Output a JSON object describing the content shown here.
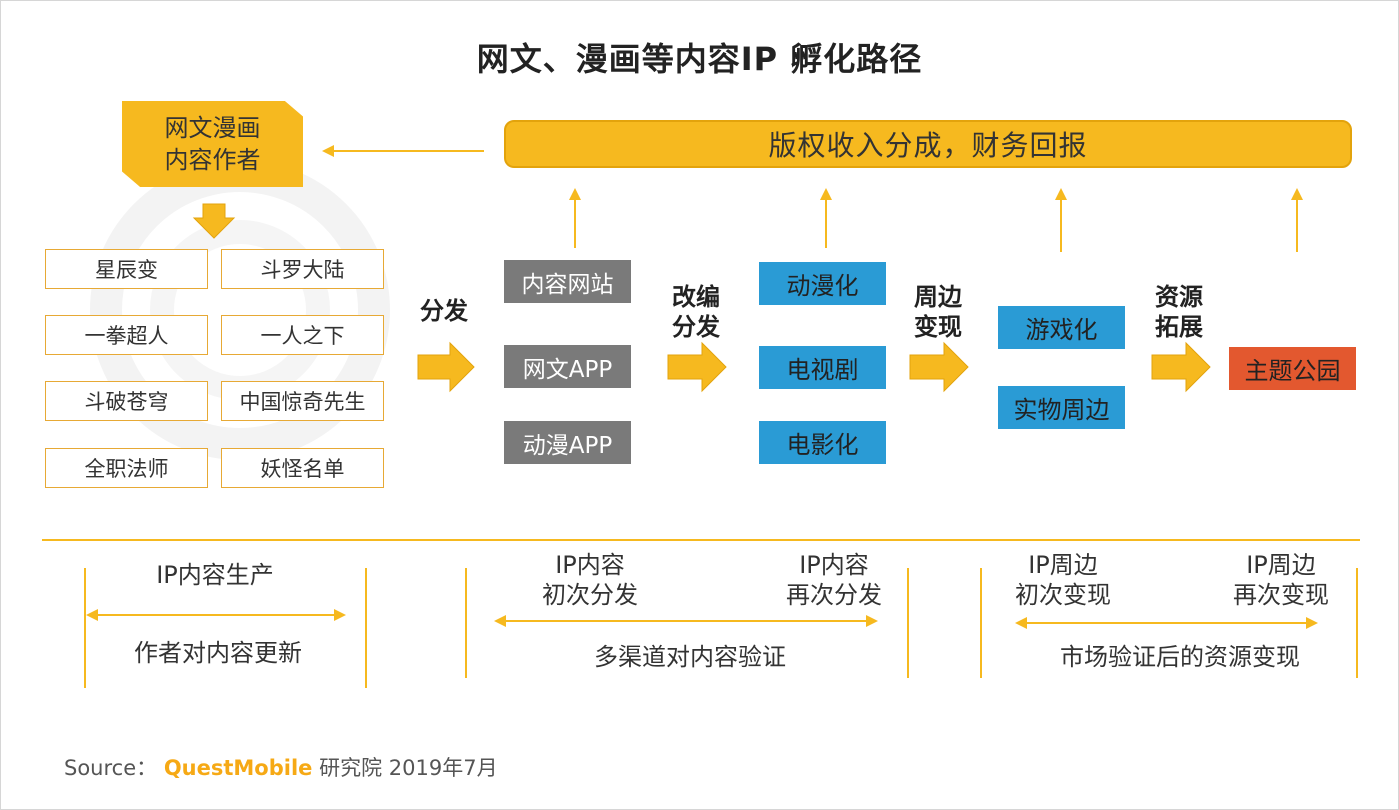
{
  "title": "网文、漫画等内容IP 孵化路径",
  "author_box": {
    "line1": "网文漫画",
    "line2": "内容作者"
  },
  "revenue_bar": "版权收入分成，财务回报",
  "works": [
    "星辰变",
    "斗罗大陆",
    "一拳超人",
    "一人之下",
    "斗破苍穹",
    "中国惊奇先生",
    "全职法师",
    "妖怪名单"
  ],
  "steps": {
    "distribute": "分发",
    "adapt": {
      "line1": "改编",
      "line2": "分发"
    },
    "merch": {
      "line1": "周边",
      "line2": "变现"
    },
    "expand": {
      "line1": "资源",
      "line2": "拓展"
    }
  },
  "channels": [
    "内容网站",
    "网文APP",
    "动漫APP"
  ],
  "adaptations": [
    "动漫化",
    "电视剧",
    "电影化"
  ],
  "merchandise": [
    "游戏化",
    "实物周边"
  ],
  "theme_park": "主题公园",
  "stages": {
    "s1": {
      "top": "IP内容生产",
      "bottom": "作者对内容更新"
    },
    "s2": {
      "left_l1": "IP内容",
      "left_l2": "初次分发",
      "right_l1": "IP内容",
      "right_l2": "再次分发",
      "bottom": "多渠道对内容验证"
    },
    "s3": {
      "left_l1": "IP周边",
      "left_l2": "初次变现",
      "right_l1": "IP周边",
      "right_l2": "再次变现",
      "bottom": "市场验证后的资源变现"
    }
  },
  "source": {
    "prefix": "Source：",
    "brand": "QuestMobile",
    "suffix": "研究院 2019年7月"
  },
  "colors": {
    "accent": "#f6b91f",
    "gray_box": "#7a7a7a",
    "blue_box": "#2a9bd5",
    "red_box": "#e3582f"
  }
}
